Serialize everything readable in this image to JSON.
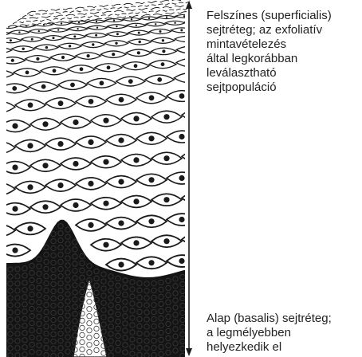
{
  "captions": {
    "top": "Felszínes (superficialis)\nsejtréteg; az exfoliatív\nmintavételezés\náltal legkorábban\nleválasztható\nsejtpopuláció",
    "bottom": "Alap (basalis) sejtréteg;\na legmélyebben\nhelyezkedik el"
  },
  "colors": {
    "outline": "#1a1a1a",
    "cell_fill": "#ffffff",
    "basal_fill": "#141414",
    "nucleus": "#1a1a1a"
  },
  "icons": {
    "arrow": "double-headed-vertical-arrow"
  }
}
